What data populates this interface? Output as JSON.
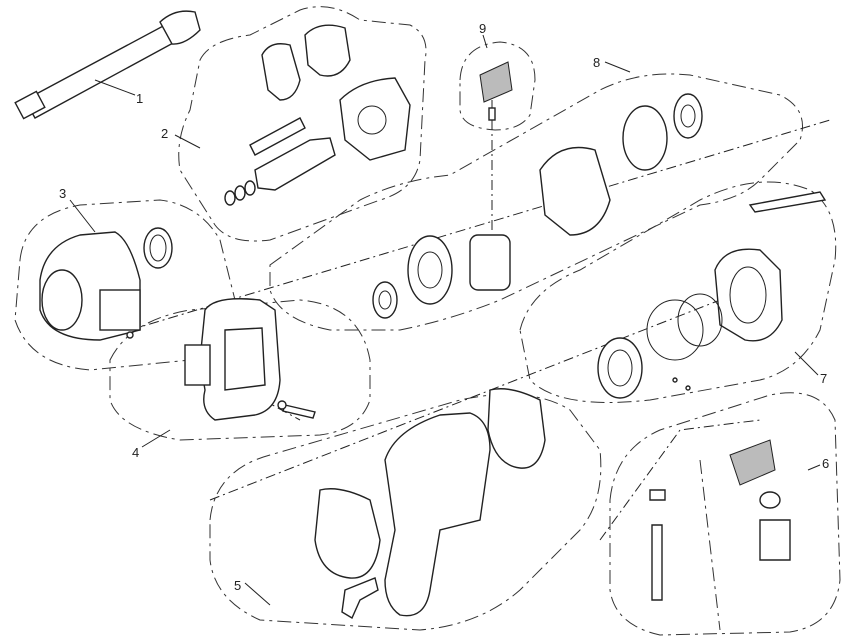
{
  "diagram": {
    "type": "exploded-parts-view",
    "callouts": [
      {
        "id": "1",
        "label": "1"
      },
      {
        "id": "2",
        "label": "2"
      },
      {
        "id": "3",
        "label": "3"
      },
      {
        "id": "4",
        "label": "4"
      },
      {
        "id": "5",
        "label": "5"
      },
      {
        "id": "6",
        "label": "6"
      },
      {
        "id": "7",
        "label": "7"
      },
      {
        "id": "8",
        "label": "8"
      },
      {
        "id": "9",
        "label": "9"
      }
    ]
  }
}
